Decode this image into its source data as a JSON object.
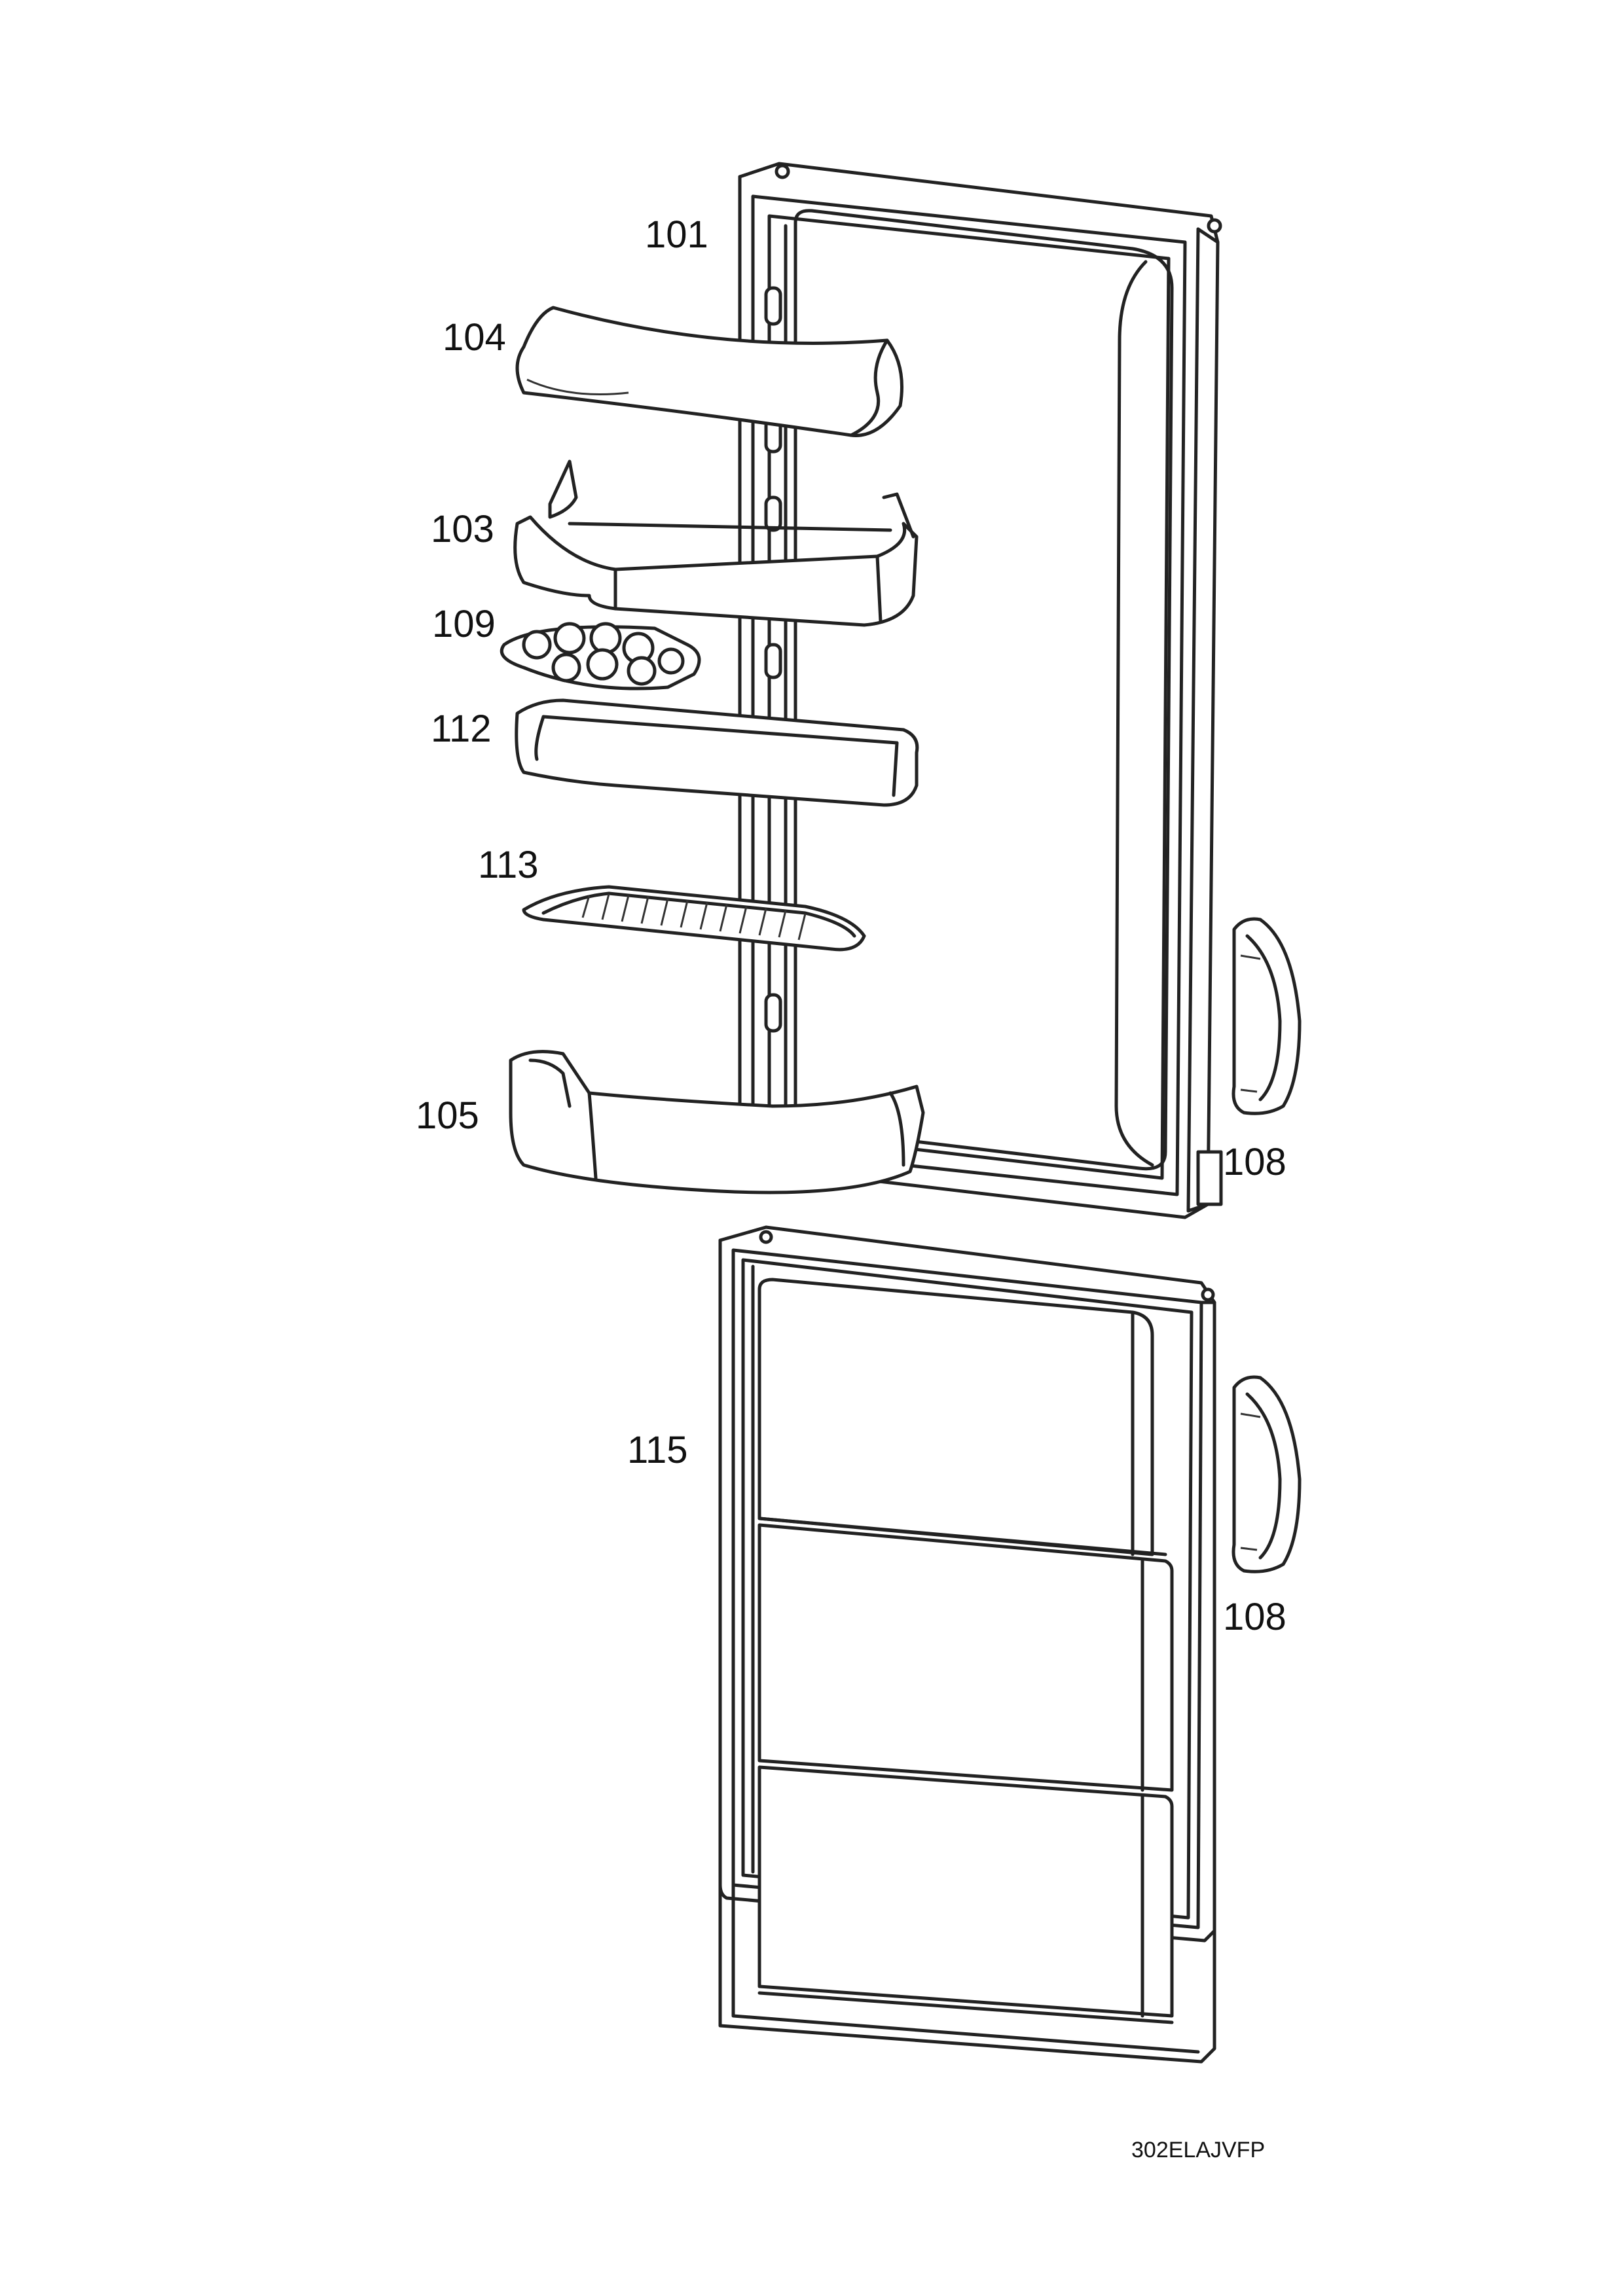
{
  "diagram": {
    "part_labels": {
      "p101": "101",
      "p104": "104",
      "p103": "103",
      "p109": "109",
      "p112": "112",
      "p113": "113",
      "p105": "105",
      "p108_upper": "108",
      "p108_lower": "108",
      "p115": "115"
    },
    "drawing_code": "302ELAJVFP"
  }
}
